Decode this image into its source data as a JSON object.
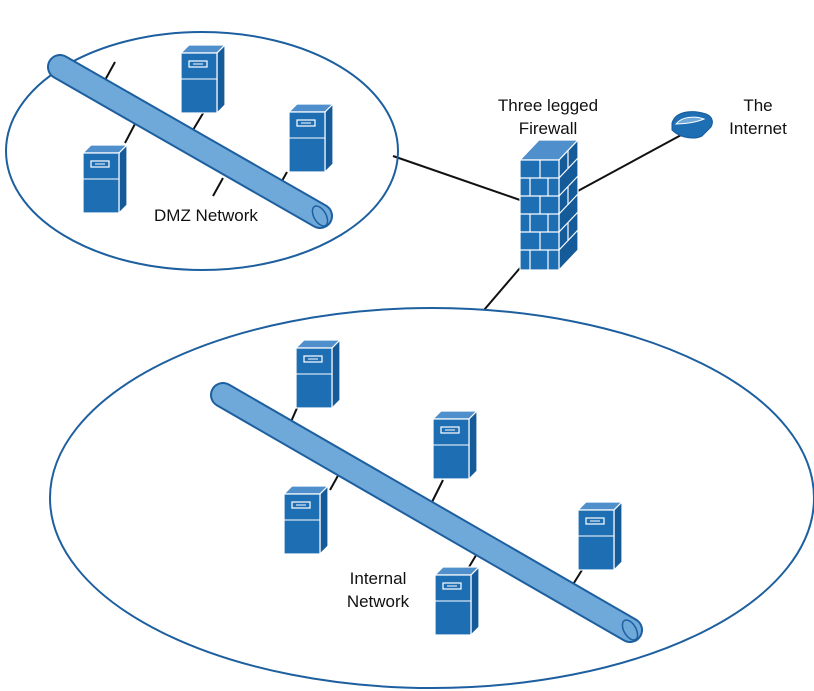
{
  "labels": {
    "dmz": "DMZ Network",
    "internal_line1": "Internal",
    "internal_line2": "Network",
    "firewall_line1": "Three legged",
    "firewall_line2": "Firewall",
    "internet_line1": "The",
    "internet_line2": "Internet"
  },
  "colors": {
    "server_fill": "#1e6eb4",
    "server_top": "#4f8fcc",
    "server_side": "#155a99",
    "pipe_fill": "#6fa9d9",
    "pipe_stroke": "#1d5f9f",
    "firewall_fill": "#1e6eb4",
    "line": "#111111"
  },
  "icons": [
    "server-icon",
    "firewall-icon",
    "internet-cloud-icon",
    "network-pipe"
  ]
}
